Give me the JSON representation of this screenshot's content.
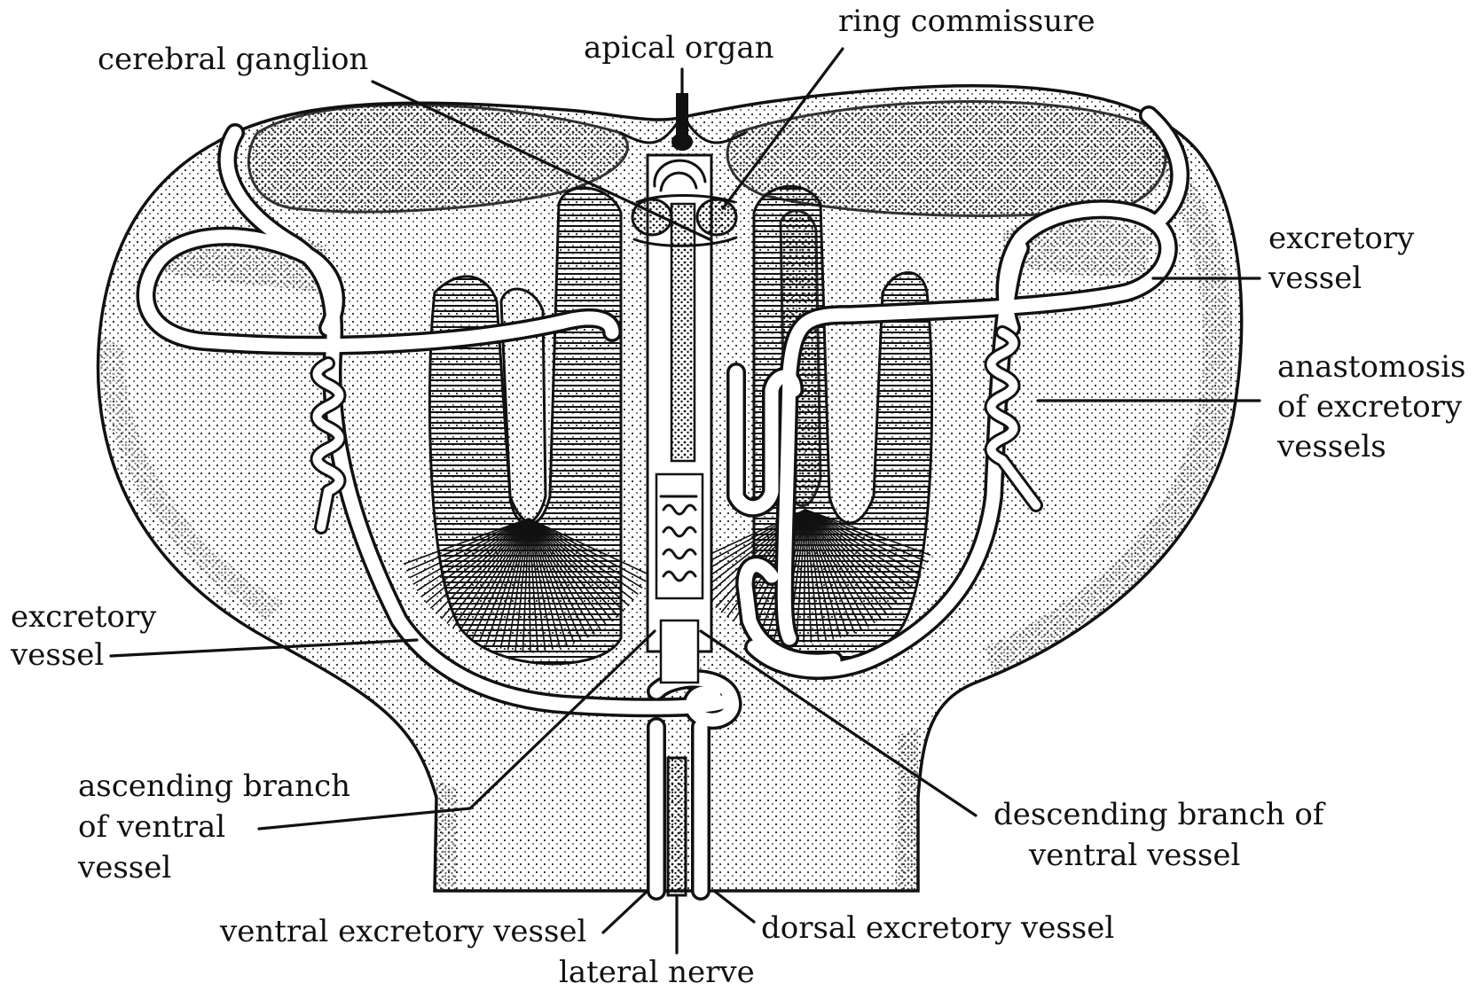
{
  "labels": {
    "cerebral_ganglion": "cerebral ganglion",
    "apical_organ": "apical organ",
    "ring_commissure": "ring commissure",
    "excretory_vessel_right_1": "excretory",
    "excretory_vessel_right_2": "vessel",
    "anastomosis_1": "anastomosis",
    "anastomosis_2": "of excretory",
    "anastomosis_3": "vessels",
    "excretory_vessel_left_1": "excretory",
    "excretory_vessel_left_2": "vessel",
    "ascending_1": "ascending branch",
    "ascending_2": "of ventral",
    "ascending_3": "vessel",
    "descending_1": "descending branch of",
    "descending_2": "ventral vessel",
    "ventral_excretory_vessel": "ventral excretory vessel",
    "dorsal_excretory_vessel": "dorsal excretory vessel",
    "lateral_nerve": "lateral nerve"
  },
  "colors": {
    "ink": "#111111",
    "stipple": "#222222",
    "paper": "#ffffff"
  }
}
